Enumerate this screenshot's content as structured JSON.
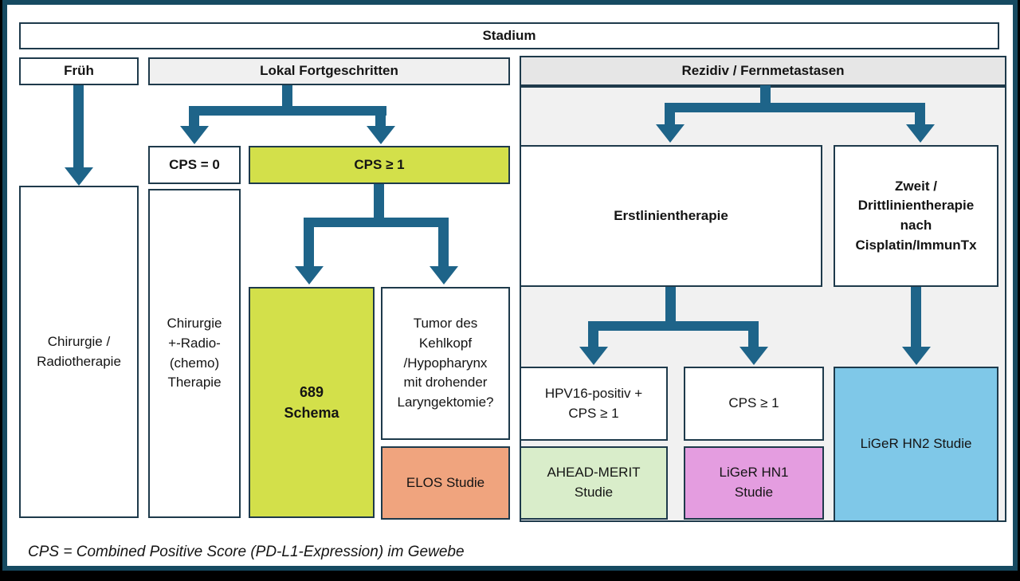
{
  "frame": {
    "border_color": "#164a61",
    "outer_color": "#000000"
  },
  "colors": {
    "arrow": "#1e6489",
    "node_border": "#1e3a4b",
    "green": "#d3e04a",
    "orange": "#f0a47e",
    "light_green": "#d9edca",
    "pink": "#e49de0",
    "blue": "#7fc8e8",
    "gray_header": "#e6e6e6",
    "gray_panel": "#f1f1f1",
    "gray_light": "#f0f0f0",
    "white": "#ffffff"
  },
  "nodes": {
    "stadium": {
      "label": "Stadium"
    },
    "frueh": {
      "label": "Früh"
    },
    "lokal": {
      "label": "Lokal Fortgeschritten"
    },
    "rezidiv": {
      "label": "Rezidiv / Fernmetastasen"
    },
    "chirurgie_radio": {
      "label": "Chirurgie /\nRadiotherapie"
    },
    "cps_0": {
      "label": "CPS = 0"
    },
    "cps_ge1": {
      "label": "CPS ≥ 1"
    },
    "chirurgie_chemo": {
      "label": "Chirurgie\n+-Radio-\n(chemo)\nTherapie"
    },
    "schema_689": {
      "label": "689\nSchema"
    },
    "tumor": {
      "label": "Tumor des\nKehlkopf\n/Hypopharynx\nmit drohender\nLaryngektomie?"
    },
    "elos": {
      "label": "ELOS Studie"
    },
    "erstlinie": {
      "label": "Erstlinientherapie"
    },
    "zweitlinie": {
      "label": "Zweit /\nDrittlinientherapie\nnach\nCisplatin/ImmunTx"
    },
    "hpv": {
      "label": "HPV16-positiv +\nCPS ≥ 1"
    },
    "cps_ge1_b": {
      "label": "CPS ≥ 1"
    },
    "ahead": {
      "label": "AHEAD-MERIT\nStudie"
    },
    "liger_hn1": {
      "label": "LiGeR HN1\nStudie"
    },
    "liger_hn2": {
      "label": "LiGeR HN2 Studie"
    }
  },
  "footnote": "CPS = Combined Positive Score (PD-L1-Expression) im Gewebe"
}
